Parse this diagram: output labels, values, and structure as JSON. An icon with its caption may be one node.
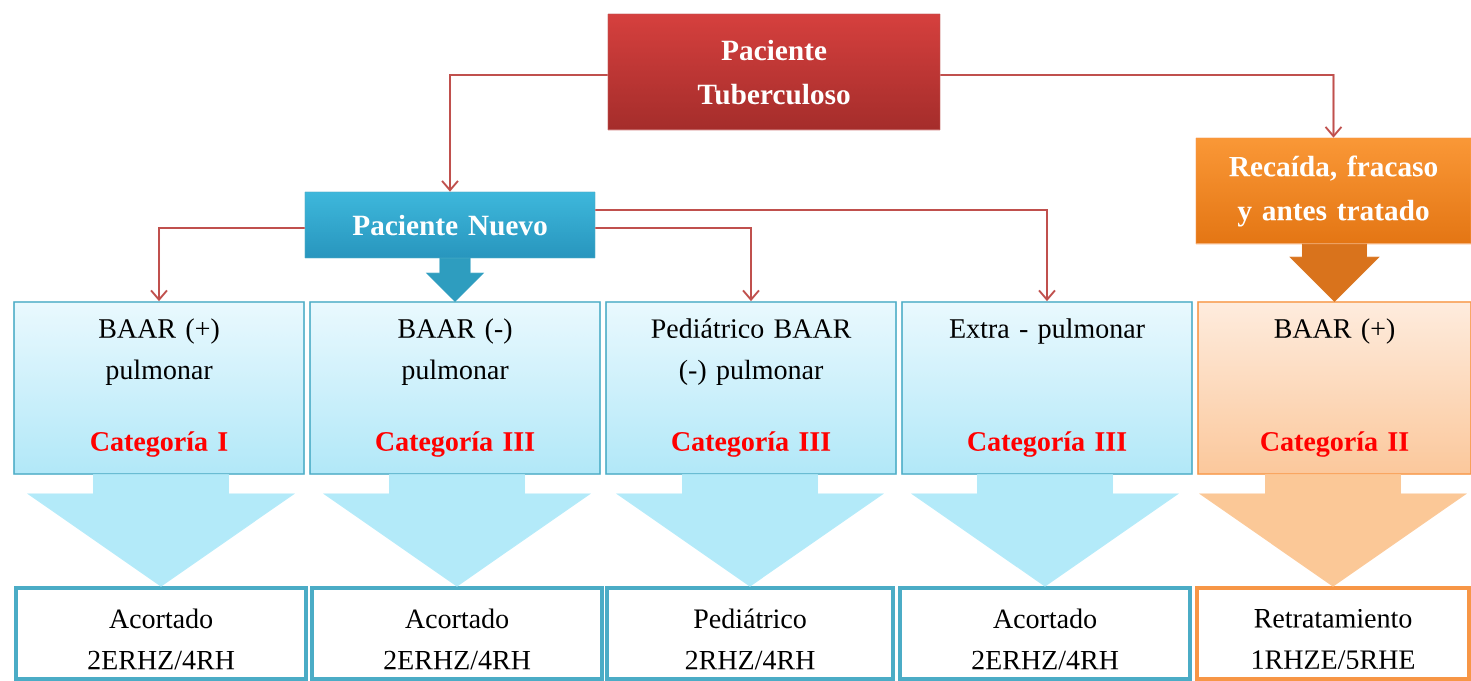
{
  "diagram": {
    "nodes": [
      {
        "text": [
          "Paciente Tuberculoso"
        ]
      },
      {
        "text": [
          "Paciente Nuevo"
        ]
      },
      {
        "text": [
          "Recaída, fracaso y antes tratado"
        ]
      },
      {
        "text": [
          "BAAR (+) pulmonar",
          "Categoría I"
        ]
      },
      {
        "text": [
          "BAAR (-) pulmonar",
          "Categoría III"
        ]
      },
      {
        "text": [
          "Pediátrico BAAR (-) pulmonar",
          "Categoría III"
        ]
      },
      {
        "text": [
          "Extra - pulmonar",
          "Categoría III"
        ]
      },
      {
        "text": [
          "BAAR (+)",
          "Categoría II"
        ]
      },
      {
        "text": [
          "Acortado 2ERHZ/4RH"
        ]
      },
      {
        "text": [
          "Acortado 2ERHZ/4RH"
        ]
      },
      {
        "text": [
          "Pediátrico 2RHZ/4RH"
        ]
      },
      {
        "text": [
          "Acortado 2ERHZ/4RH"
        ]
      },
      {
        "text": [
          "Retratamiento 1RHZE/5RHE"
        ]
      }
    ],
    "edges": [
      {
        "from": 0,
        "to": 1,
        "arrow": "to"
      },
      {
        "from": 0,
        "to": 2,
        "arrow": "to"
      },
      {
        "from": 1,
        "to": 3,
        "arrow": "to"
      },
      {
        "from": 1,
        "to": 4,
        "arrow": "to",
        "style": "thick",
        "color": "#2e9dbf"
      },
      {
        "from": 1,
        "to": 5,
        "arrow": "to"
      },
      {
        "from": 1,
        "to": 6,
        "arrow": "to"
      },
      {
        "from": 2,
        "to": 7,
        "arrow": "to",
        "style": "thick",
        "color": "#d9731c"
      },
      {
        "from": 3,
        "to": 8,
        "arrow": "to",
        "style": "thick",
        "color": "#b3eaf9"
      },
      {
        "from": 4,
        "to": 9,
        "arrow": "to",
        "style": "thick",
        "color": "#b3eaf9"
      },
      {
        "from": 5,
        "to": 10,
        "arrow": "to",
        "style": "thick",
        "color": "#b3eaf9"
      },
      {
        "from": 6,
        "to": 11,
        "arrow": "to",
        "style": "thick",
        "color": "#b3eaf9"
      },
      {
        "from": 7,
        "to": 12,
        "arrow": "to",
        "style": "thick",
        "color": "#fbc897"
      }
    ]
  }
}
